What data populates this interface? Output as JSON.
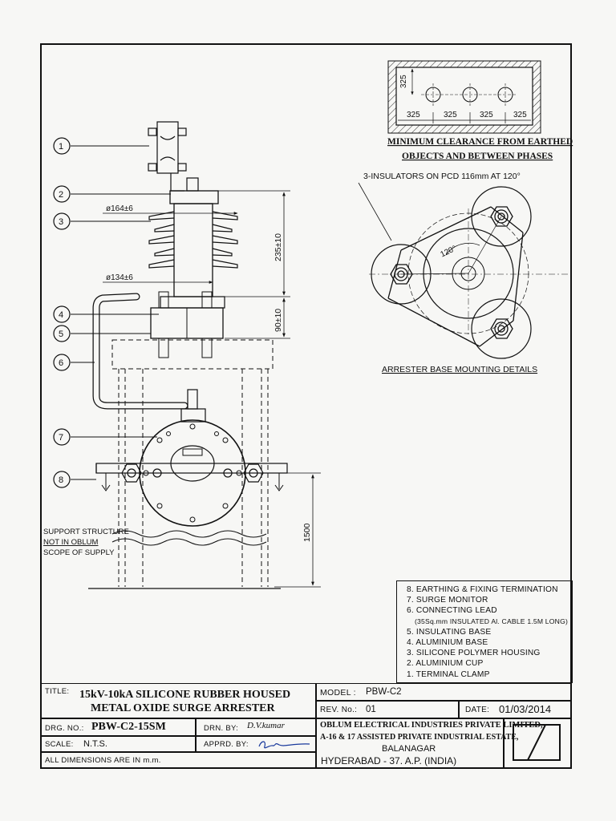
{
  "drawing": {
    "clearance_detail": {
      "vertical_dim": "325",
      "horizontal_dims": [
        "325",
        "325",
        "325",
        "325"
      ],
      "title_line1": "MINIMUM CLEARANCE FROM EARTHED",
      "title_line2": "OBJECTS AND BETWEEN PHASES"
    },
    "base_detail": {
      "note": "3-INSULATORS ON PCD 116mm AT 120°",
      "angle": "120°",
      "caption": "ARRESTER BASE MOUNTING DETAILS"
    },
    "elevation": {
      "callouts": [
        "1",
        "2",
        "3",
        "4",
        "5",
        "6",
        "7",
        "8"
      ],
      "dia_top": "ø164±6",
      "dia_bottom": "ø134±6",
      "height_housing": "235±10",
      "height_base": "90±10",
      "height_structure": "1500",
      "support_note": [
        "SUPPORT STRUCTURE",
        "NOT IN OBLUM",
        "SCOPE OF SUPPLY"
      ]
    }
  },
  "parts_list": [
    "8. EARTHING & FIXING TERMINATION",
    "7. SURGE MONITOR",
    "6. CONNECTING LEAD",
    "(35Sq.mm INSULATED Al. CABLE 1.5M LONG)",
    "5. INSULATING BASE",
    "4. ALUMINIUM BASE",
    "3. SILICONE POLYMER HOUSING",
    "2. ALUMINIUM CUP",
    "1. TERMINAL CLAMP"
  ],
  "title_block": {
    "title_label": "TITLE:",
    "title_line1": "15kV-10kA SILICONE RUBBER HOUSED",
    "title_line2": "METAL OXIDE SURGE ARRESTER",
    "model_label": "MODEL :",
    "model_value": "PBW-C2",
    "rev_label": "REV. No.:",
    "rev_value": "01",
    "date_label": "DATE:",
    "date_value": "01/03/2014",
    "drg_label": "DRG. NO.:",
    "drg_value": "PBW-C2-15SM",
    "drn_label": "DRN. BY:",
    "drn_signature": "D.V.kumar",
    "scale_label": "SCALE:",
    "scale_value": "N.T.S.",
    "apprd_label": "APPRD. BY:",
    "dims_note": "ALL DIMENSIONS ARE IN m.m.",
    "company_line1": "OBLUM ELECTRICAL INDUSTRIES PRIVATE LIMITED,",
    "company_line2": "A-16 & 17 ASSISTED PRIVATE INDUSTRIAL ESTATE,",
    "company_line3": "BALANAGAR",
    "company_line4": "HYDERABAD - 37. A.P. (INDIA)"
  }
}
